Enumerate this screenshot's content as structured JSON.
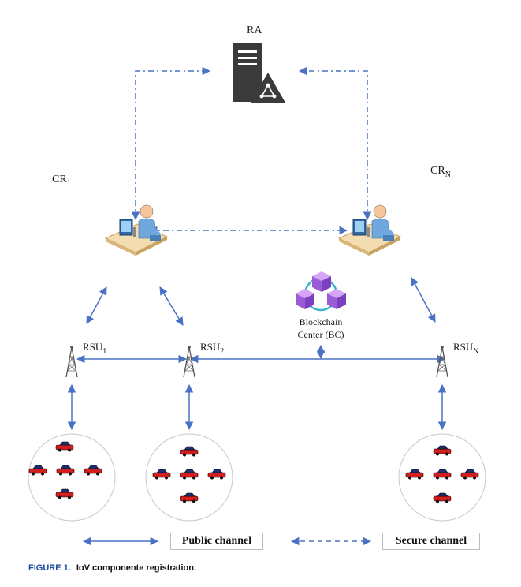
{
  "nodes": {
    "ra": {
      "label": "RA"
    },
    "cr1": {
      "label": "CR",
      "sub": "1"
    },
    "crn": {
      "label": "CR",
      "sub": "N"
    },
    "bc": {
      "line1": "Blockchain",
      "line2": "Center (BC)"
    },
    "rsu1": {
      "label": "RSU",
      "sub": "1"
    },
    "rsu2": {
      "label": "RSU",
      "sub": "2"
    },
    "rsun": {
      "label": "RSU",
      "sub": "N"
    }
  },
  "legend": {
    "public": "Public channel",
    "secure": "Secure channel"
  },
  "caption": {
    "figure": "FIGURE 1.",
    "text": "IoV componente registration."
  },
  "colors": {
    "link": "#4a72c4",
    "car": "#d21e1e",
    "server": "#3a3a3a",
    "blockchain": "#9b5bd6",
    "caption_accent": "#1d4e9e"
  },
  "icons": [
    "server-icon",
    "workstation-icon",
    "blockchain-icon",
    "tower-icon",
    "car-icon"
  ]
}
